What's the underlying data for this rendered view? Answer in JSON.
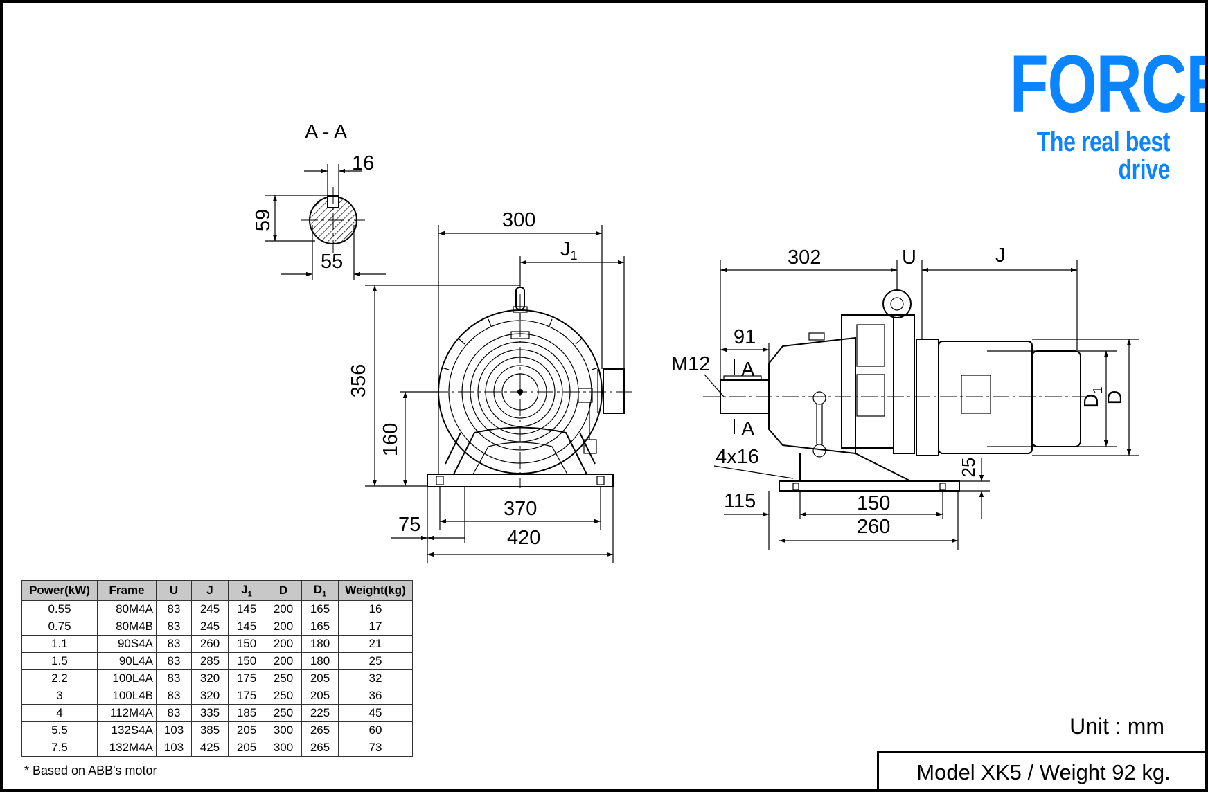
{
  "brand": {
    "name": "FORCE",
    "tagline": "The real best drive",
    "color": "#0a84ff"
  },
  "section": {
    "title": "A - A",
    "dim_16": "16",
    "dim_59": "59",
    "dim_55": "55"
  },
  "front_view": {
    "dim_300": "300",
    "dim_j1": "J",
    "dim_j1_sub": "1",
    "dim_356": "356",
    "dim_160": "160",
    "dim_370": "370",
    "dim_75": "75",
    "dim_420": "420"
  },
  "side_view": {
    "dim_302": "302",
    "dim_u": "U",
    "dim_j": "J",
    "dim_91": "91",
    "dim_m12": "M12",
    "sec_a_top": "A",
    "sec_a_bottom": "A",
    "dim_d1": "D",
    "dim_d1_sub": "1",
    "dim_d": "D",
    "dim_4x16": "4x16",
    "dim_25": "25",
    "dim_115": "115",
    "dim_150": "150",
    "dim_260": "260"
  },
  "table": {
    "headers": [
      {
        "main": "Power(kW)",
        "sub": ""
      },
      {
        "main": "Frame",
        "sub": ""
      },
      {
        "main": "U",
        "sub": ""
      },
      {
        "main": "J",
        "sub": ""
      },
      {
        "main": "J",
        "sub": "1"
      },
      {
        "main": "D",
        "sub": ""
      },
      {
        "main": "D",
        "sub": "1"
      },
      {
        "main": "Weight(kg)",
        "sub": ""
      }
    ],
    "rows": [
      [
        "0.55",
        "80M4A",
        "83",
        "245",
        "145",
        "200",
        "165",
        "16"
      ],
      [
        "0.75",
        "80M4B",
        "83",
        "245",
        "145",
        "200",
        "165",
        "17"
      ],
      [
        "1.1",
        "90S4A",
        "83",
        "260",
        "150",
        "200",
        "180",
        "21"
      ],
      [
        "1.5",
        "90L4A",
        "83",
        "285",
        "150",
        "200",
        "180",
        "25"
      ],
      [
        "2.2",
        "100L4A",
        "83",
        "320",
        "175",
        "250",
        "205",
        "32"
      ],
      [
        "3",
        "100L4B",
        "83",
        "320",
        "175",
        "250",
        "205",
        "36"
      ],
      [
        "4",
        "112M4A",
        "83",
        "335",
        "185",
        "250",
        "225",
        "45"
      ],
      [
        "5.5",
        "132S4A",
        "103",
        "385",
        "205",
        "300",
        "265",
        "60"
      ],
      [
        "7.5",
        "132M4A",
        "103",
        "425",
        "205",
        "300",
        "265",
        "73"
      ]
    ],
    "footnote": "* Based on ABB's motor"
  },
  "unit_label": "Unit : mm",
  "model_label": "Model XK5 / Weight 92 kg."
}
